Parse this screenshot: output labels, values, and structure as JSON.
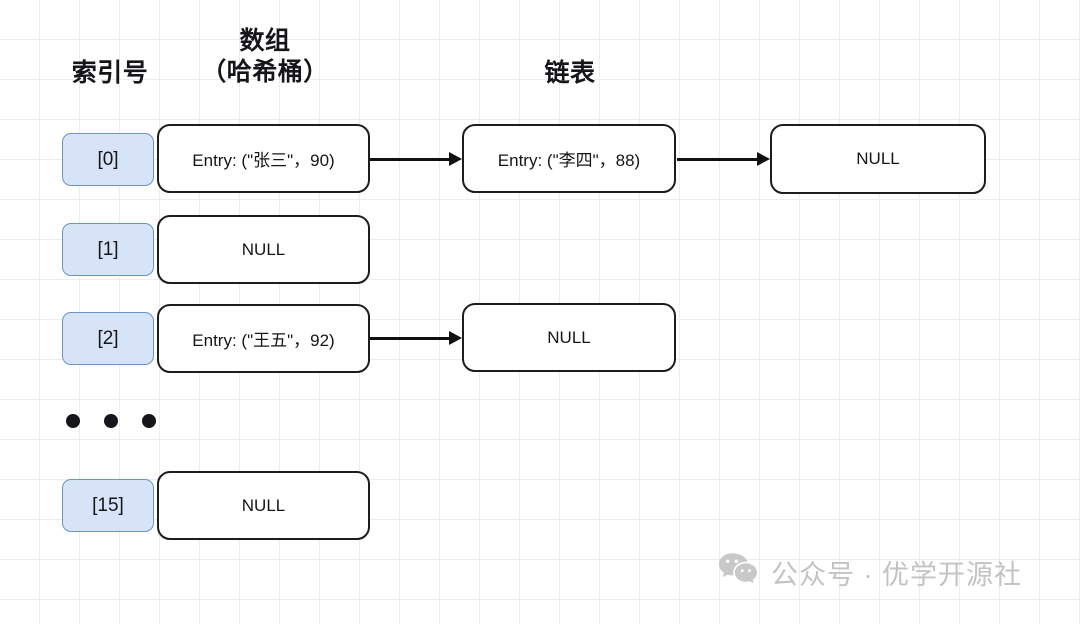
{
  "headers": {
    "index": "索引号",
    "array": "数组\n（哈希桶）",
    "list": "链表"
  },
  "rows": [
    {
      "index_label": "[0]",
      "bucket": "Entry: (\"张三\"，90)",
      "chain": [
        "Entry: (\"李四\"，88)",
        "NULL"
      ],
      "arrows": 2
    },
    {
      "index_label": "[1]",
      "bucket": "NULL",
      "chain": [],
      "arrows": 0
    },
    {
      "index_label": "[2]",
      "bucket": "Entry: (\"王五\"，92)",
      "chain": [
        "NULL"
      ],
      "arrows": 1
    },
    {
      "index_label": "[15]",
      "bucket": "NULL",
      "chain": [],
      "arrows": 0
    }
  ],
  "ellipsis": "• • •",
  "watermark": {
    "icon": "wechat-icon",
    "text": "公众号 · 优学开源社"
  },
  "colors": {
    "index_fill": "#d7e4f7",
    "index_border": "#6f93c8",
    "node_border": "#1d1d1d",
    "text": "#16161a",
    "grid": "#ededed",
    "watermark": "#c3c3c3",
    "background": "#ffffff"
  }
}
